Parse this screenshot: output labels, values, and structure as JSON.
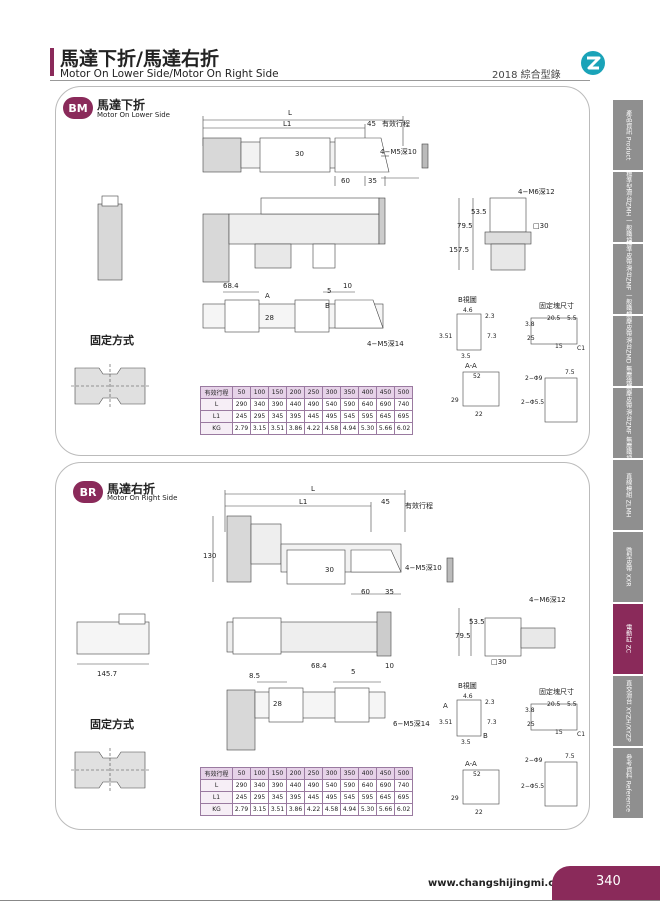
{
  "header": {
    "title_cn": "馬達下折/馬達右折",
    "title_en": "Motor On Lower Side/Motor On Right Side",
    "catalog": "2018 綜合型錄"
  },
  "sections": [
    {
      "badge": "BM",
      "title_cn": "馬達下折",
      "title_en": "Motor On Lower Side",
      "fixing_label": "固定方式",
      "dims": {
        "L": "L",
        "L1": "L1",
        "d45": "45",
        "stroke": "有效行程",
        "d30": "30",
        "m5_10": "4−M5深10",
        "d60": "60",
        "d35": "35",
        "m6_12": "4−M6深12",
        "d795": "79.5",
        "d535": "53.5",
        "d1575": "157.5",
        "d5": "5",
        "d684": "68.4",
        "d10": "10",
        "d28": "28",
        "m5_14": "4−M5深14",
        "a": "A",
        "b": "B",
        "b_view": "B視圖",
        "d46": "4.6",
        "d23": "2.3",
        "d351": "3.51",
        "d73": "7.3",
        "d35b": "3.5",
        "fix_block": "固定塊尺寸",
        "d205": "20.5",
        "d55": "5.5",
        "d38": "3.8",
        "d25": "25",
        "d15": "15",
        "c1": "C1",
        "aa": "A-A",
        "d52": "52",
        "d29": "29",
        "d22": "22",
        "phi9": "2−Φ9",
        "d75": "7.5",
        "phi55": "2−Φ5.5",
        "sq30": "□30"
      },
      "table": {
        "header": [
          "有效行程",
          "50",
          "100",
          "150",
          "200",
          "250",
          "300",
          "350",
          "400",
          "450",
          "500"
        ],
        "rows": [
          [
            "L",
            "290",
            "340",
            "390",
            "440",
            "490",
            "540",
            "590",
            "640",
            "690",
            "740"
          ],
          [
            "L1",
            "245",
            "295",
            "345",
            "395",
            "445",
            "495",
            "545",
            "595",
            "645",
            "695"
          ],
          [
            "KG",
            "2.79",
            "3.15",
            "3.51",
            "3.86",
            "4.22",
            "4.58",
            "4.94",
            "5.30",
            "5.66",
            "6.02"
          ]
        ]
      }
    },
    {
      "badge": "BR",
      "title_cn": "馬達右折",
      "title_en": "Motor On Right Side",
      "fixing_label": "固定方式",
      "dims": {
        "L": "L",
        "L1": "L1",
        "d45": "45",
        "stroke": "有效行程",
        "d130": "130",
        "d30": "30",
        "m5_10": "4−M5深10",
        "d60": "60",
        "d35": "35",
        "d1457": "145.7",
        "m6_12": "4−M6深12",
        "d795": "79.5",
        "d535": "53.5",
        "sq30": "□30",
        "d85": "8.5",
        "d684": "68.4",
        "d5": "5",
        "d10": "10",
        "d28": "28",
        "m5_14": "6−M5深14",
        "b_view": "B視圖",
        "d46": "4.6",
        "d23": "2.3",
        "d351": "3.51",
        "d73": "7.3",
        "d35b": "3.5",
        "a": "A",
        "b": "B",
        "fix_block": "固定塊尺寸",
        "d205": "20.5",
        "d55": "5.5",
        "d38": "3.8",
        "d25": "25",
        "d15": "15",
        "c1": "C1",
        "aa": "A-A",
        "d52": "52",
        "d29": "29",
        "d22": "22",
        "phi9": "2−Φ9",
        "d75": "7.5",
        "phi55": "2−Φ5.5"
      },
      "table": {
        "header": [
          "有效行程",
          "50",
          "100",
          "150",
          "200",
          "250",
          "300",
          "350",
          "400",
          "450",
          "500"
        ],
        "rows": [
          [
            "L",
            "290",
            "340",
            "390",
            "440",
            "490",
            "540",
            "590",
            "640",
            "690",
            "740"
          ],
          [
            "L1",
            "245",
            "295",
            "345",
            "395",
            "445",
            "495",
            "545",
            "595",
            "645",
            "695"
          ],
          [
            "KG",
            "2.79",
            "3.15",
            "3.51",
            "3.86",
            "4.22",
            "4.58",
            "4.94",
            "5.30",
            "5.66",
            "6.02"
          ]
        ]
      }
    }
  ],
  "side_tabs": [
    {
      "text": "產品資訊\nProduct",
      "active": false
    },
    {
      "text": "標準型滑台ZMH\n一般鐵塊",
      "active": false
    },
    {
      "text": "標準皮帶滑台ZMF\n一般鐵塊",
      "active": false
    },
    {
      "text": "無塵皮帶滑台ZMD\n無塵鐵塊",
      "active": false
    },
    {
      "text": "無塵皮帶滑台ZMF\n無塵鐵塊",
      "active": false
    },
    {
      "text": "直線模組\nZLMH",
      "active": false
    },
    {
      "text": "微型皮帶\nXXR",
      "active": false
    },
    {
      "text": "電動缸\nZC",
      "active": true
    },
    {
      "text": "直交滑台\nXYZH/XYZP",
      "active": false
    },
    {
      "text": "參考資料\nReference",
      "active": false
    }
  ],
  "footer": {
    "url": "www.changshijingmi.com",
    "page": "340"
  },
  "colors": {
    "accent": "#8a2a5a",
    "tab_gray": "#8f8f8f",
    "table_head": "#e6d2e8",
    "logo_teal": "#1aa3b8"
  }
}
